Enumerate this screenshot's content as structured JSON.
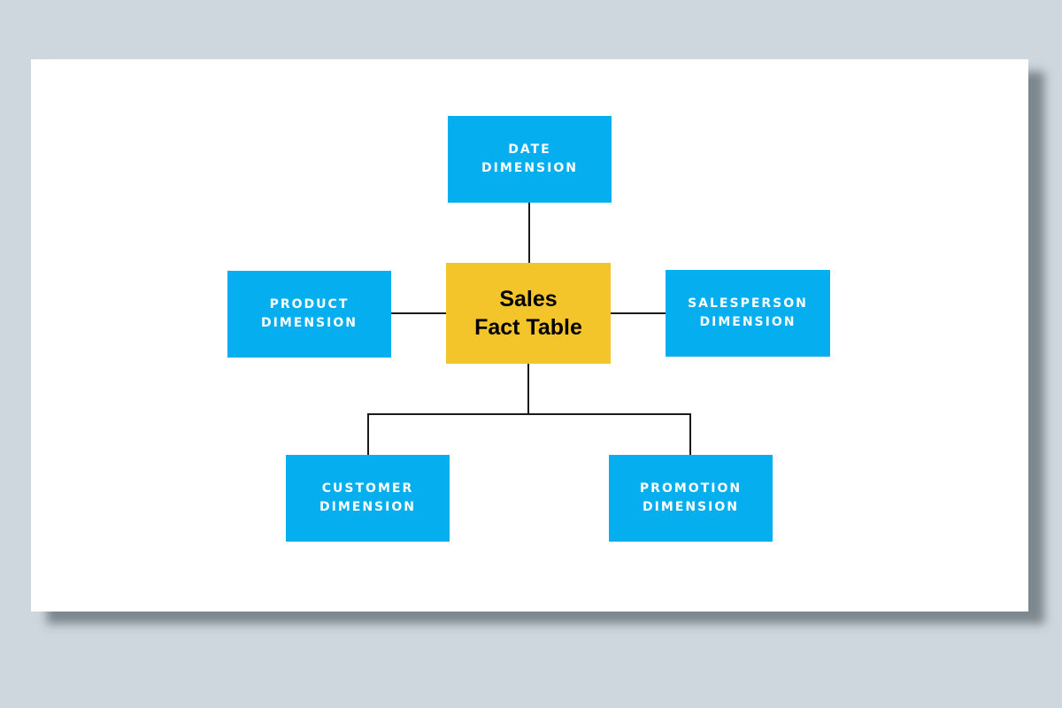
{
  "diagram": {
    "fact_table": {
      "line1": "Sales",
      "line2": "Fact Table"
    },
    "dimensions": {
      "date": {
        "line1": "DATE",
        "line2": "DIMENSION"
      },
      "product": {
        "line1": "PRODUCT",
        "line2": "DIMENSION"
      },
      "salesperson": {
        "line1": "SALESPERSON",
        "line2": "DIMENSION"
      },
      "customer": {
        "line1": "CUSTOMER",
        "line2": "DIMENSION"
      },
      "promotion": {
        "line1": "PROMOTION",
        "line2": "DIMENSION"
      }
    },
    "colors": {
      "dimension_fill": "#05aeef",
      "fact_fill": "#f3c52a",
      "connector": "#1a1a1a",
      "background": "#cdd7dd"
    }
  }
}
